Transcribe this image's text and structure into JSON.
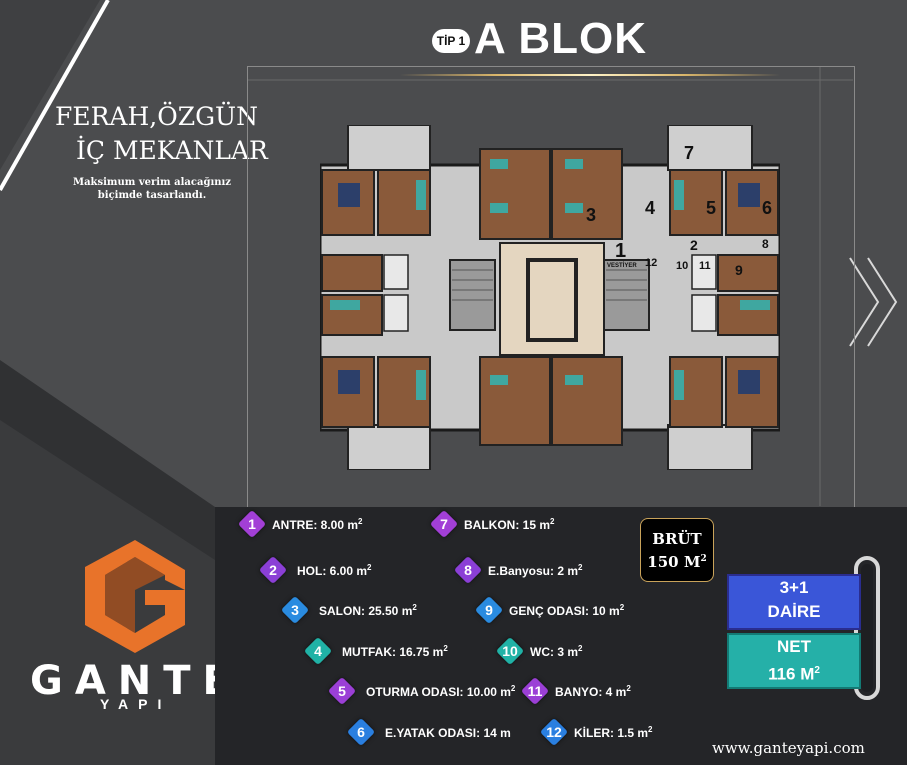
{
  "header": {
    "tip_badge": "TİP 1",
    "title": "A BLOK"
  },
  "left_text": {
    "headline_1": "FERAH,ÖZGÜN",
    "headline_2": "İÇ MEKANLAR",
    "subtext": "Maksimum verim alacağınız biçimde tasarlandı."
  },
  "brand": {
    "name": "GANTE",
    "sub": "YAPI",
    "website": "www.ganteyapi.com",
    "accent": "#e8732a"
  },
  "plan_labels": {
    "n1": "1",
    "n1_sub": "VESTİYER",
    "n2": "2",
    "n3": "3",
    "n4": "4",
    "n5": "5",
    "n6": "6",
    "n7": "7",
    "n8": "8",
    "n9": "9",
    "n10": "10",
    "n11": "11",
    "n12": "12"
  },
  "rooms": [
    {
      "num": "1",
      "label": "ANTRE: 8.00 m",
      "sup": "2",
      "color": "#a23fd6"
    },
    {
      "num": "2",
      "label": "HOL: 6.00 m",
      "sup": "2",
      "color": "#8b3fd6"
    },
    {
      "num": "3",
      "label": "SALON: 25.50 m",
      "sup": "2",
      "color": "#2a8be0"
    },
    {
      "num": "4",
      "label": "MUTFAK: 16.75 m",
      "sup": "2",
      "color": "#20b2a6"
    },
    {
      "num": "5",
      "label": "OTURMA ODASI: 10.00 m",
      "sup": "2",
      "color": "#9b3fd6"
    },
    {
      "num": "6",
      "label": "E.YATAK ODASI: 14 m",
      "sup": "",
      "color": "#2a7fe0"
    },
    {
      "num": "7",
      "label": "BALKON: 15 m",
      "sup": "2",
      "color": "#a23fd6"
    },
    {
      "num": "8",
      "label": "E.Banyosu: 2 m",
      "sup": "2",
      "color": "#8b3fd6"
    },
    {
      "num": "9",
      "label": "GENÇ ODASI: 10 m",
      "sup": "2",
      "color": "#2a8be0"
    },
    {
      "num": "10",
      "label": "WC: 3 m",
      "sup": "2",
      "color": "#20b2a6"
    },
    {
      "num": "11",
      "label": "BANYO: 4 m",
      "sup": "2",
      "color": "#9b3fd6"
    },
    {
      "num": "12",
      "label": "KİLER: 1.5 m",
      "sup": "2",
      "color": "#2a7fe0"
    }
  ],
  "brut": {
    "label": "BRÜT",
    "value": "150 M",
    "sup": "2"
  },
  "daire": {
    "line1": "3+1",
    "line2": "DAİRE",
    "color": "#3a56d8"
  },
  "net": {
    "line1": "NET",
    "line2": "116 M",
    "sup": "2",
    "color": "#25b0a8"
  }
}
